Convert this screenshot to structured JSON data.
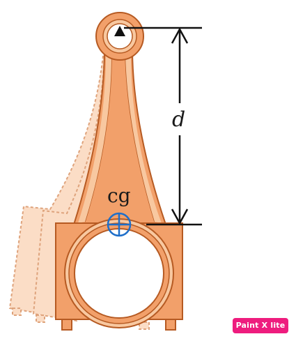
{
  "diagram": {
    "dimension_label": "d",
    "cg_label": "cg",
    "pivot_marker": "triangle-pivot-icon",
    "cg_marker": "crosshair-circle-icon"
  },
  "watermark": {
    "text": "Paint X lite"
  },
  "colors": {
    "rod_fill": "#f2a06a",
    "rod_light": "#f8c8a0",
    "rod_stroke": "#b65a22",
    "ghost_fill": "#fbd8bd",
    "ghost_stroke": "#d99366",
    "cg_marker": "#1f6fc9",
    "dimension": "#111111",
    "badge": "#ee1c7e"
  }
}
